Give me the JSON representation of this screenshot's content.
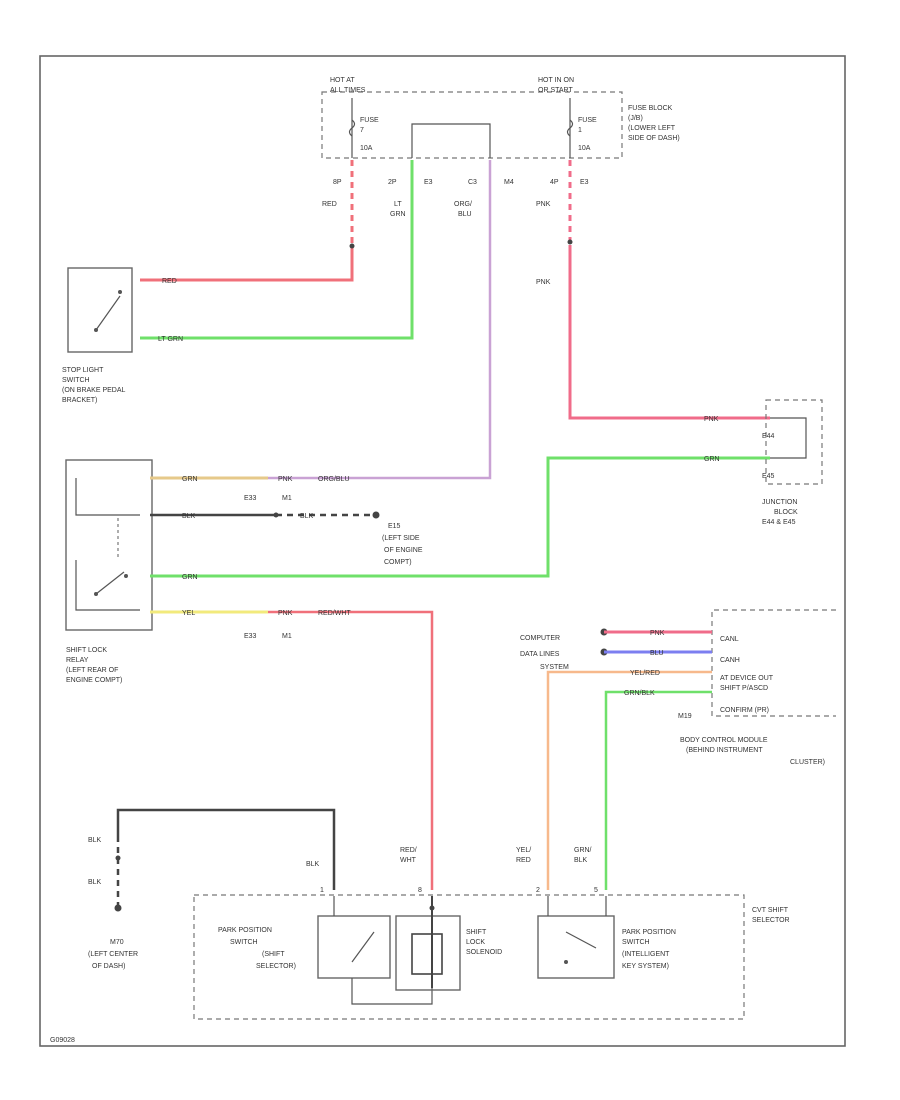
{
  "fuse_block_left_header": [
    "HOT AT",
    "ALL TIMES"
  ],
  "fuse_block_right_header": [
    "HOT IN ON",
    "OR START"
  ],
  "fuse_label": "FUSE",
  "fuse_left_num": "7",
  "fuse_left_amp": "10A",
  "fuse_right_num": "1",
  "fuse_right_amp": "10A",
  "fuse_block_label": [
    "FUSE BLOCK",
    "(J/B)",
    "(LOWER LEFT",
    "SIDE OF DASH)"
  ],
  "pin_8p": "8P",
  "pin_2p": "2P",
  "pin_e3_a": "E3",
  "pin_c3": "C3",
  "pin_m4": "M4",
  "pin_4p": "4P",
  "pin_e3_b": "E3",
  "wire_red": "RED",
  "wire_ltgrn": [
    "LT",
    "GRN"
  ],
  "wire_orgblu": [
    "ORG/",
    "BLU"
  ],
  "wire_pnk_a": "PNK",
  "wire_pnk_b": "PNK",
  "stop_red": "RED",
  "stop_ltgrn": "LT GRN",
  "stop_light_label": [
    "STOP LIGHT",
    "SWITCH",
    "(ON BRAKE PEDAL",
    "BRACKET)"
  ],
  "relay_grn": "GRN",
  "relay_pnk": "PNK",
  "relay_orgblu": "ORG/BLU",
  "relay_blk": "BLK",
  "relay_blk_b": "BLK",
  "relay_grn_b": "GRN",
  "relay_yel": "YEL",
  "relay_pnk_b": "PNK",
  "relay_redwht": "RED/WHT",
  "conn_e33_a": "E33",
  "conn_m1_a": "M1",
  "conn_e33_b": "E33",
  "conn_m1_b": "M1",
  "ground_e15": [
    "E15",
    "(LEFT SIDE",
    "OF ENGINE",
    "COMPT)"
  ],
  "shift_lock_relay_label": [
    "SHIFT LOCK",
    "RELAY",
    "(LEFT REAR OF",
    "ENGINE COMPT)"
  ],
  "jb_pnk": "PNK",
  "jb_grn": "GRN",
  "jb_e44": "E44",
  "jb_e45": "E45",
  "junction_block_label": [
    "JUNCTION",
    "BLOCK",
    "E44 & E45"
  ],
  "bcm_left_labels": [
    "COMPUTER",
    "DATA LINES",
    "SYSTEM"
  ],
  "bcm_wires": [
    "PNK",
    "BLU",
    "YEL/RED",
    "GRN/BLK"
  ],
  "bcm_pins": [
    "CANL",
    "CANH",
    "AT DEVICE OUT",
    "SHIFT P/ASCD",
    "CONFIRM (PR)"
  ],
  "bcm_conn": "M19",
  "bcm_label": [
    "BODY CONTROL MODULE",
    "(BEHIND INSTRUMENT",
    "CLUSTER)"
  ],
  "ground_blk_a": "BLK",
  "ground_blk_b": "BLK",
  "ground_blk_c": "BLK",
  "ground_m70": [
    "M70",
    "(LEFT CENTER",
    "OF DASH)"
  ],
  "wire_redwht_v": [
    "RED/",
    "WHT"
  ],
  "wire_yelred_v": [
    "YEL/",
    "RED"
  ],
  "wire_grnblk_v": [
    "GRN/",
    "BLK"
  ],
  "selector_pins": [
    "1",
    "8",
    "2",
    "5"
  ],
  "park_switch_shift": [
    "PARK POSITION",
    "SWITCH",
    "(SHIFT",
    "SELECTOR)"
  ],
  "shift_lock_solenoid": [
    "SHIFT",
    "LOCK",
    "SOLENOID"
  ],
  "park_switch_key": [
    "PARK POSITION",
    "SWITCH",
    "(INTELLIGENT",
    "KEY SYSTEM)"
  ],
  "cvt_selector_label": [
    "CVT SHIFT",
    "SELECTOR"
  ],
  "footer_code": "G09028",
  "colors": {
    "red": "#f0707a",
    "green": "#6fe06a",
    "purple": "#c9a2d4",
    "pink": "#f06c8a",
    "yellow": "#f2ea7c",
    "tan": "#e6c98a",
    "blue": "#7c7ef0",
    "orange": "#f7b98c",
    "black": "#444444"
  }
}
